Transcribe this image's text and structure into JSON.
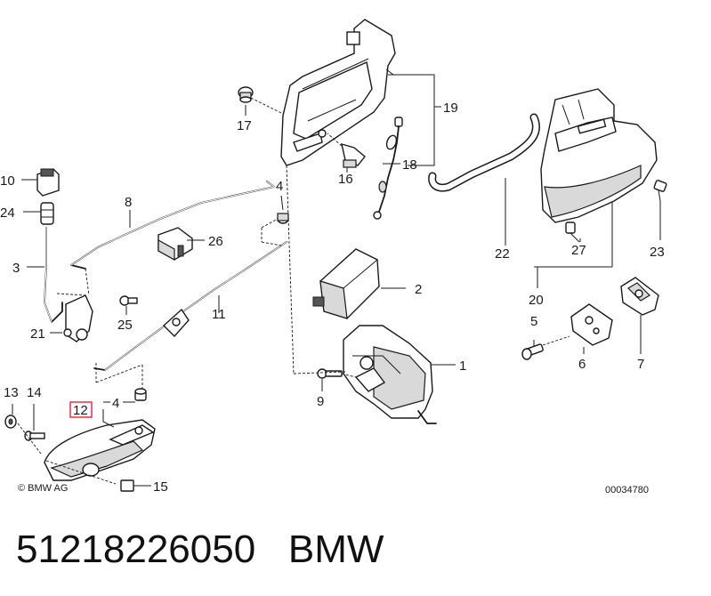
{
  "labels": {
    "l1": "1",
    "l2": "2",
    "l3": "3",
    "l4a": "4",
    "l4b": "4",
    "l5": "5",
    "l6": "6",
    "l7": "7",
    "l8": "8",
    "l9": "9",
    "l10": "10",
    "l11": "11",
    "l12": "12",
    "l13": "13",
    "l14": "14",
    "l15": "15",
    "l16": "16",
    "l17": "17",
    "l18": "18",
    "l19": "19",
    "l20": "20",
    "l21": "21",
    "l22": "22",
    "l23": "23",
    "l24": "24",
    "l25": "25",
    "l26": "26",
    "l27": "27"
  },
  "copyright": "© BMW AG",
  "diagram_id": "00034780",
  "highlight_color": "#e8213a",
  "caption": {
    "part_number": "51218226050",
    "brand": "BMW"
  }
}
